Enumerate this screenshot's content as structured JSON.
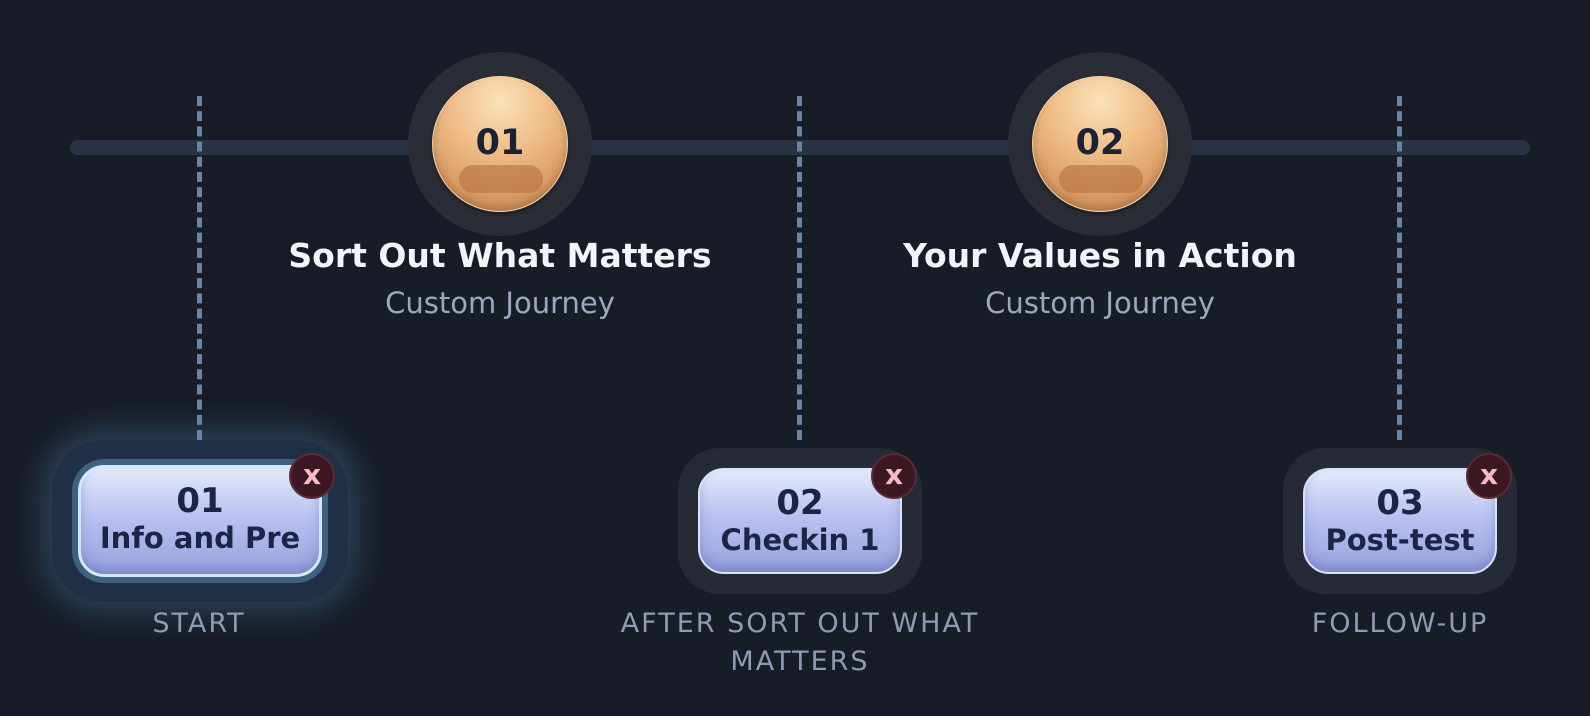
{
  "modules": [
    {
      "number": "01",
      "title": "Sort Out What Matters",
      "subtitle": "Custom Journey"
    },
    {
      "number": "02",
      "title": "Your Values in Action",
      "subtitle": "Custom Journey"
    }
  ],
  "surveys": [
    {
      "number": "01",
      "label": "Info and Pre",
      "caption": "START",
      "remove_label": "x",
      "active": true
    },
    {
      "number": "02",
      "label": "Checkin 1",
      "caption": "AFTER SORT OUT WHAT MATTERS",
      "remove_label": "x",
      "active": false
    },
    {
      "number": "03",
      "label": "Post-test",
      "caption": "FOLLOW-UP",
      "remove_label": "x",
      "active": false
    }
  ],
  "colors": {
    "background": "#181c27",
    "track": "#2a3346",
    "sphere": "#efbd88",
    "pill": "#b9c2f1",
    "remove_button": "#3c1822"
  }
}
